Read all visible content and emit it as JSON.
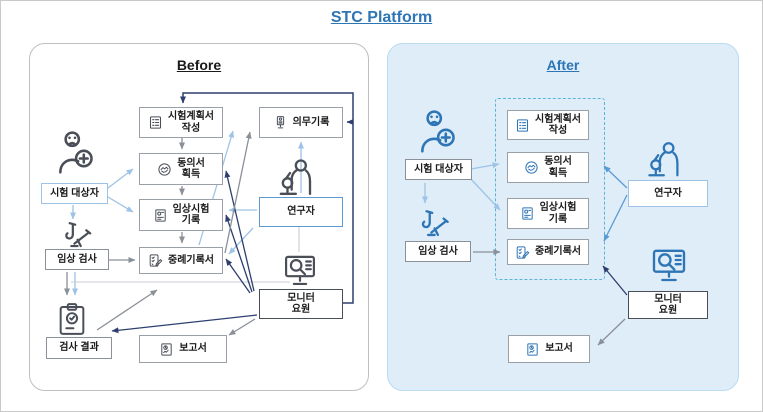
{
  "title": "STC Platform",
  "before": {
    "title": "Before",
    "nodes": {
      "subject": {
        "label": "시험 대상자"
      },
      "clinical_test": {
        "label": "임상 검사"
      },
      "test_result": {
        "label": "검사 결과"
      },
      "plan": {
        "label": "시험계획서\n작성"
      },
      "consent": {
        "label": "동의서\n획득"
      },
      "trial_record": {
        "label": "임상시험\n기록"
      },
      "case_report": {
        "label": "중례기록서"
      },
      "report": {
        "label": "보고서"
      },
      "medical_record": {
        "label": "의무기록"
      },
      "researcher": {
        "label": "연구자"
      },
      "monitor": {
        "label": "모니터\n요원"
      }
    }
  },
  "after": {
    "title": "After",
    "nodes": {
      "subject": {
        "label": "시험 대상자"
      },
      "clinical_test": {
        "label": "임상 검사"
      },
      "plan": {
        "label": "시험계획서\n작성"
      },
      "consent": {
        "label": "동의서\n획득"
      },
      "trial_record": {
        "label": "임상시험\n기록"
      },
      "case_report": {
        "label": "중례기록서"
      },
      "report": {
        "label": "보고서"
      },
      "researcher": {
        "label": "연구자"
      },
      "monitor": {
        "label": "모니터\n요원"
      }
    }
  },
  "icons": {
    "subject": "patient-icon",
    "clinical_test": "lab-test-icon",
    "test_result": "clipboard-check-icon",
    "plan": "checklist-icon",
    "consent": "handshake-icon",
    "trial_record": "document-record-icon",
    "case_report": "case-report-pen-icon",
    "report": "report-chart-icon",
    "medical_record": "medical-record-monitor-icon",
    "researcher": "researcher-microscope-icon",
    "monitor": "monitor-magnifier-icon"
  },
  "colors": {
    "title_blue": "#2E75B6",
    "after_panel_bg": "#DEEDF8",
    "navy_arrow": "#2E3F6F",
    "lightblue_arrow": "#9DC3E6",
    "gray_arrow": "#8a9097",
    "dashed_border": "#5BB4D5"
  }
}
